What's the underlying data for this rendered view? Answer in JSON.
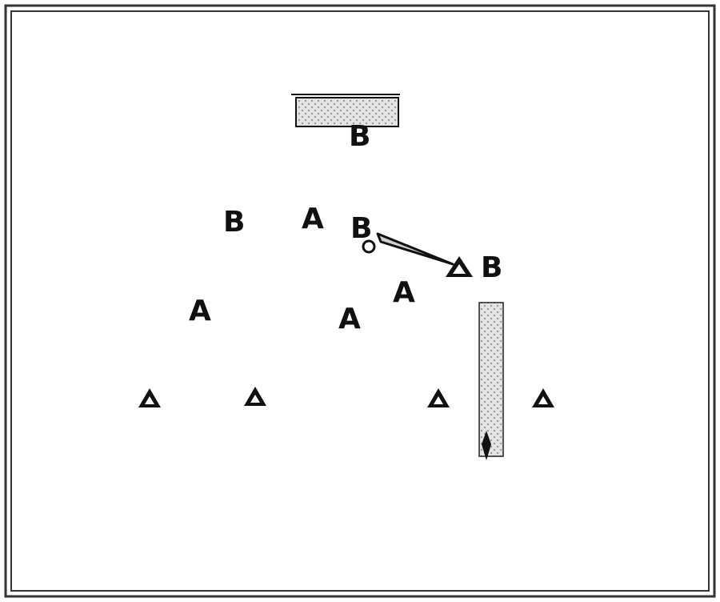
{
  "diagram": {
    "labels": {
      "b_top": "B",
      "b_left": "B",
      "a_top": "A",
      "b_center": "B",
      "b_right": "B",
      "a_mid_right": "A",
      "a_left": "A",
      "a_center": "A"
    },
    "colors": {
      "ink": "#111111",
      "frame": "#333333",
      "stipple_fill": "#e2e2e2",
      "background": "#ffffff"
    },
    "icons": {
      "cone_marker": "triangle-cone-icon",
      "wedge": "wedge-arrow-icon",
      "ball": "ball-icon",
      "rod_tip": "diamond-tip-icon"
    }
  }
}
